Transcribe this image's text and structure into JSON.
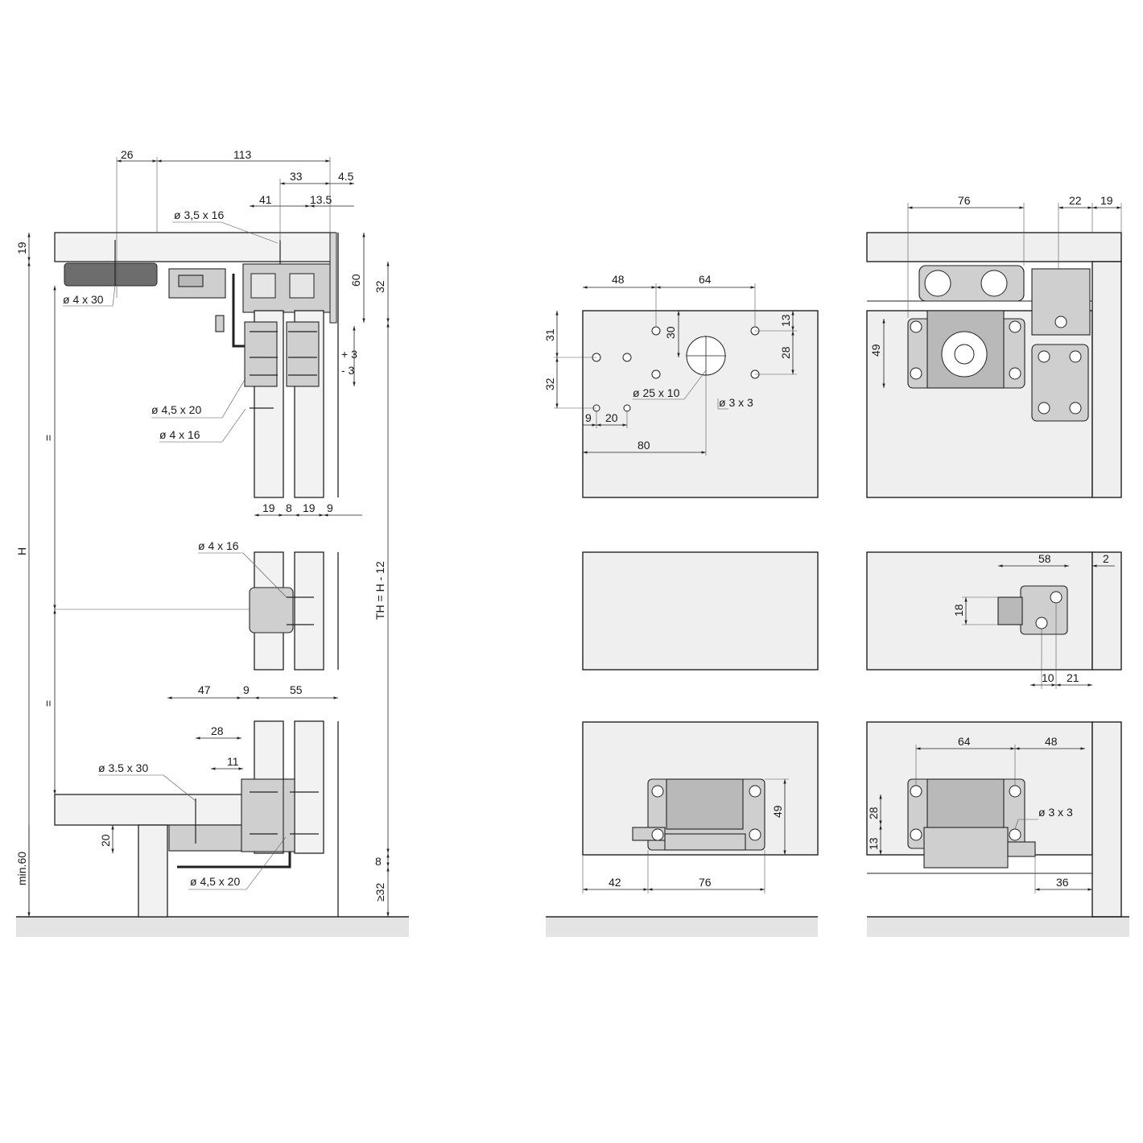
{
  "side_view": {
    "dims_top": [
      "26",
      "113",
      "33",
      "4.5",
      "41",
      "13.5"
    ],
    "dims_left": [
      "19",
      "H",
      "=",
      "=",
      "min.60"
    ],
    "dims_right": [
      "60",
      "32",
      "+ 3",
      "- 3",
      "TH = H - 12",
      "8",
      "≥32"
    ],
    "dims_panels": [
      "19",
      "8",
      "19",
      "9"
    ],
    "dims_bottom": [
      "47",
      "9",
      "55",
      "28",
      "11",
      "20"
    ],
    "screws": [
      "ø 3,5 x 16",
      "ø 4 x 30",
      "ø 4,5 x 20",
      "ø 4 x 16",
      "ø 4 x 16",
      "ø 3.5 x 30",
      "ø 4,5 x 20"
    ]
  },
  "drill_view": {
    "top": [
      "48",
      "64",
      "31",
      "30",
      "13",
      "28",
      "32",
      "ø 25 x 10",
      "ø 3 x 3",
      "9",
      "20",
      "80"
    ],
    "bottom": [
      "49",
      "42",
      "76"
    ]
  },
  "front_view": {
    "top": [
      "76",
      "22",
      "19",
      "49"
    ],
    "middle": [
      "58",
      "2",
      "18",
      "10",
      "21"
    ],
    "bottom": [
      "64",
      "48",
      "ø 3 x 3",
      "28",
      "13",
      "36"
    ]
  }
}
